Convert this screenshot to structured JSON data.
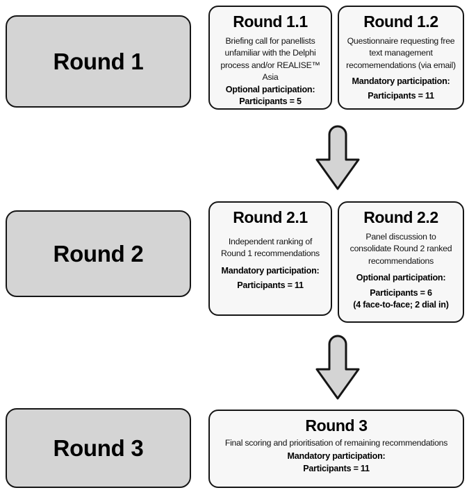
{
  "diagram": {
    "title": "Delphi process rounds flow diagram",
    "colors": {
      "round_label_fill": "#d4d4d4",
      "card_fill": "#f7f7f7",
      "stroke": "#151515",
      "arrow_fill": "#d4d4d4",
      "text": "#000000"
    },
    "rounds": [
      {
        "label": "Round 1",
        "cards": [
          {
            "title": "Round 1.1",
            "description": "Briefing call for panellists unfamiliar with the Delphi process and/or REALISE™ Asia",
            "participation_type": "Optional participation:",
            "participants": "Participants = 5",
            "note": ""
          },
          {
            "title": "Round 1.2",
            "description": "Questionnaire requesting free text management recomemendations (via email)",
            "participation_type": "Mandatory participation:",
            "participants": "Participants = 11",
            "note": ""
          }
        ]
      },
      {
        "label": "Round 2",
        "cards": [
          {
            "title": "Round 2.1",
            "description": "Independent ranking of Round 1 recommendations",
            "participation_type": "Mandatory participation:",
            "participants": "Participants = 11",
            "note": ""
          },
          {
            "title": "Round 2.2",
            "description": "Panel discussion to consolidate Round 2 ranked recommendations",
            "participation_type": "Optional participation:",
            "participants": "Participants = 6",
            "note": "(4 face-to-face; 2 dial in)"
          }
        ]
      },
      {
        "label": "Round 3",
        "cards": [
          {
            "title": "Round 3",
            "description": "Final scoring and prioritisation of remaining recommendations",
            "participation_type": "Mandatory participation:",
            "participants": "Participants = 11",
            "note": ""
          }
        ]
      }
    ],
    "connectors": [
      {
        "name": "arrow-round-1-to-round-2",
        "direction": "down"
      },
      {
        "name": "arrow-round-2-to-round-3",
        "direction": "down"
      }
    ]
  }
}
